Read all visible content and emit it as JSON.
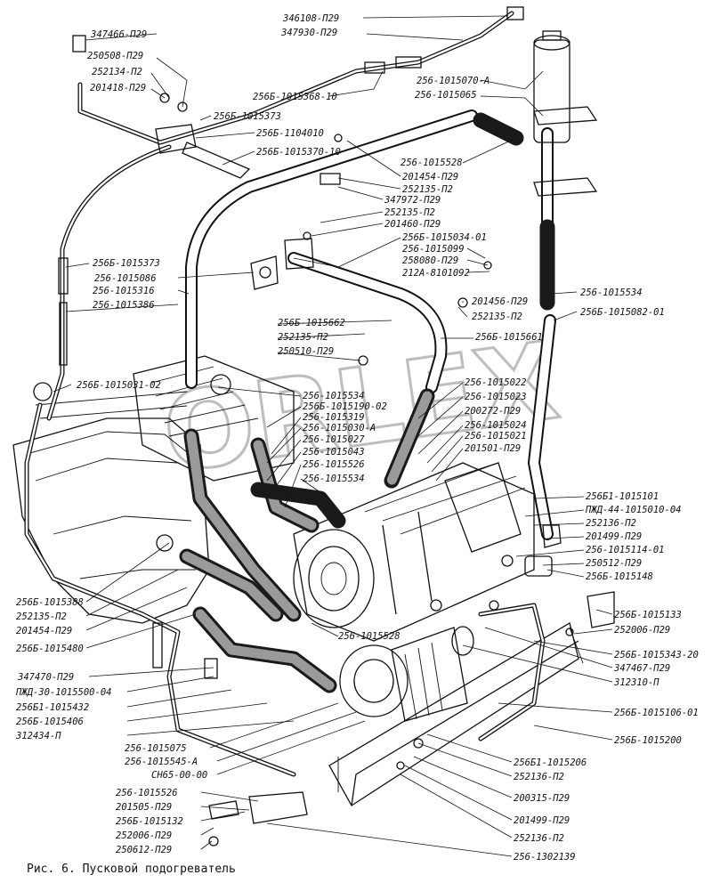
{
  "caption": "Рис. 6. Пусковой подогреватель",
  "labels": [
    {
      "id": "l1",
      "text": "346108-П29"
    },
    {
      "id": "l2",
      "text": "347930-П29"
    },
    {
      "id": "l3",
      "text": "347466-П29"
    },
    {
      "id": "l4",
      "text": "250508-П29"
    },
    {
      "id": "l5",
      "text": "252134-П2"
    },
    {
      "id": "l6",
      "text": "201418-П29"
    },
    {
      "id": "l7",
      "text": "256-1015070-А"
    },
    {
      "id": "l8",
      "text": "256-1015065"
    },
    {
      "id": "l9",
      "text": "256Б-1015368-10"
    },
    {
      "id": "l10",
      "text": "256Б-1015373"
    },
    {
      "id": "l11",
      "text": "256Б-1104010"
    },
    {
      "id": "l12",
      "text": "256Б-1015370-10"
    },
    {
      "id": "l13",
      "text": "256-1015528"
    },
    {
      "id": "l14",
      "text": "201454-П29"
    },
    {
      "id": "l15",
      "text": "252135-П2"
    },
    {
      "id": "l16",
      "text": "347972-П29"
    },
    {
      "id": "l17",
      "text": "252135-П2"
    },
    {
      "id": "l18",
      "text": "201460-П29"
    },
    {
      "id": "l19",
      "text": "256Б-1015034-01"
    },
    {
      "id": "l20",
      "text": "256-1015099"
    },
    {
      "id": "l21",
      "text": "258080-П29"
    },
    {
      "id": "l22",
      "text": "212А-8101092"
    },
    {
      "id": "l23",
      "text": "256Б-1015373"
    },
    {
      "id": "l24",
      "text": "256-1015086"
    },
    {
      "id": "l25",
      "text": "256-1015316"
    },
    {
      "id": "l26",
      "text": "256-1015386"
    },
    {
      "id": "l27",
      "text": "201456-П29"
    },
    {
      "id": "l28",
      "text": "252135-П2"
    },
    {
      "id": "l29",
      "text": "256-1015534"
    },
    {
      "id": "l30",
      "text": "256Б-1015082-01"
    },
    {
      "id": "l31",
      "text": "256Б-1015662"
    },
    {
      "id": "l32",
      "text": "252135-П2"
    },
    {
      "id": "l33",
      "text": "250510-П29"
    },
    {
      "id": "l34",
      "text": "256Б-1015661"
    },
    {
      "id": "l35",
      "text": "256Б-1015031-02"
    },
    {
      "id": "l36",
      "text": "256-1015534"
    },
    {
      "id": "l37",
      "text": "256Б-1015190-02"
    },
    {
      "id": "l38",
      "text": "256-1015319"
    },
    {
      "id": "l39",
      "text": "256-1015030-А"
    },
    {
      "id": "l40",
      "text": "256-1015027"
    },
    {
      "id": "l41",
      "text": "256-1015043"
    },
    {
      "id": "l42",
      "text": "256-1015526"
    },
    {
      "id": "l43",
      "text": "256-1015534"
    },
    {
      "id": "l44",
      "text": "256-1015022"
    },
    {
      "id": "l45",
      "text": "256-1015023"
    },
    {
      "id": "l46",
      "text": "200272-П29"
    },
    {
      "id": "l47",
      "text": "256-1015024"
    },
    {
      "id": "l48",
      "text": "256-1015021"
    },
    {
      "id": "l49",
      "text": "201501-П29"
    },
    {
      "id": "l50",
      "text": "256Б1-1015101"
    },
    {
      "id": "l51",
      "text": "ПЖД-44-1015010-04"
    },
    {
      "id": "l52",
      "text": "252136-П2"
    },
    {
      "id": "l53",
      "text": "201499-П29"
    },
    {
      "id": "l54",
      "text": "256-1015114-01"
    },
    {
      "id": "l55",
      "text": "250512-П29"
    },
    {
      "id": "l56",
      "text": "256Б-1015148"
    },
    {
      "id": "l57",
      "text": "256Б-1015388"
    },
    {
      "id": "l58",
      "text": "252135-П2"
    },
    {
      "id": "l59",
      "text": "201454-П29"
    },
    {
      "id": "l60",
      "text": "256Б-1015133"
    },
    {
      "id": "l61",
      "text": "252006-П29"
    },
    {
      "id": "l62",
      "text": "256-1015528"
    },
    {
      "id": "l63",
      "text": "256Б-1015480"
    },
    {
      "id": "l64",
      "text": "256Б-1015343-20"
    },
    {
      "id": "l65",
      "text": "347470-П29"
    },
    {
      "id": "l66",
      "text": "347467-П29"
    },
    {
      "id": "l67",
      "text": "ПЖД-30-1015500-04"
    },
    {
      "id": "l68",
      "text": "312310-П"
    },
    {
      "id": "l69",
      "text": "256Б1-1015432"
    },
    {
      "id": "l70",
      "text": "256Б-1015406"
    },
    {
      "id": "l71",
      "text": "256Б-1015106-01"
    },
    {
      "id": "l72",
      "text": "312434-П"
    },
    {
      "id": "l73",
      "text": "256Б-1015200"
    },
    {
      "id": "l74",
      "text": "256-1015075"
    },
    {
      "id": "l75",
      "text": "256-1015545-А"
    },
    {
      "id": "l76",
      "text": "256Б1-1015206"
    },
    {
      "id": "l77",
      "text": "СН65-00-00"
    },
    {
      "id": "l78",
      "text": "252136-П2"
    },
    {
      "id": "l79",
      "text": "256-1015526"
    },
    {
      "id": "l80",
      "text": "200315-П29"
    },
    {
      "id": "l81",
      "text": "201505-П29"
    },
    {
      "id": "l82",
      "text": "256Б-1015132"
    },
    {
      "id": "l83",
      "text": "201499-П29"
    },
    {
      "id": "l84",
      "text": "252006-П29"
    },
    {
      "id": "l85",
      "text": "252136-П2"
    },
    {
      "id": "l86",
      "text": "250612-П29"
    },
    {
      "id": "l87",
      "text": "256-1302139"
    }
  ]
}
